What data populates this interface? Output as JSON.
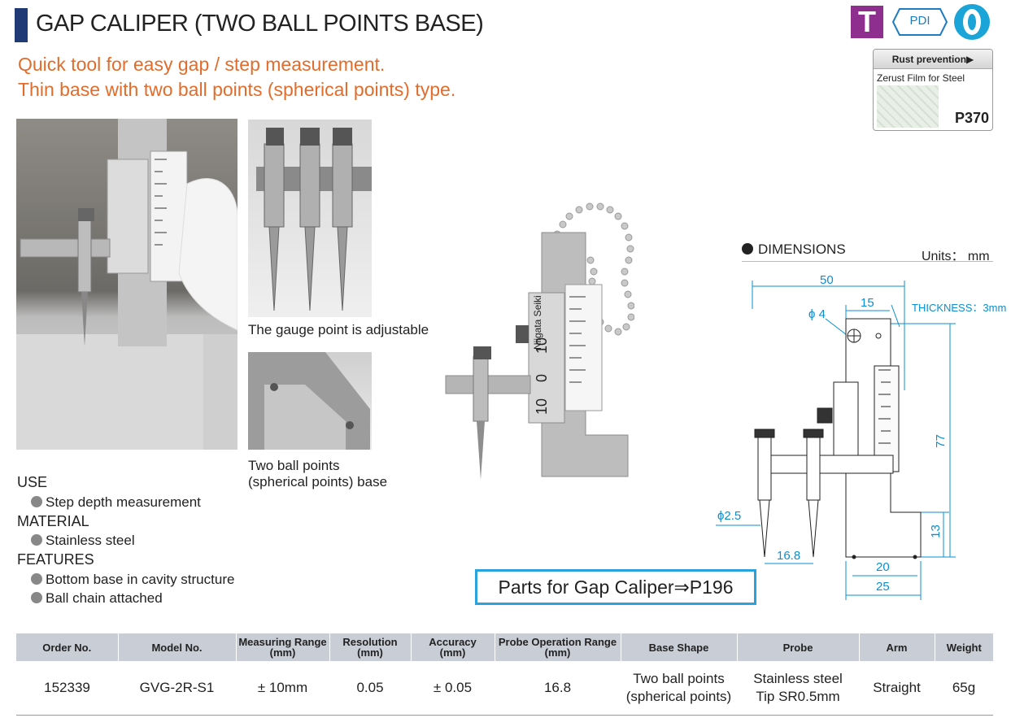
{
  "title": "GAP CALIPER (TWO BALL POINTS BASE)",
  "taglines": [
    "Quick tool for easy gap / step measurement.",
    "Thin base with two ball points (spherical points) type."
  ],
  "badges": {
    "t": "T",
    "pdi": "PDI"
  },
  "rust_box": {
    "header": "Rust prevention▶",
    "subtitle": "Zerust Film for Steel",
    "page": "P370"
  },
  "captions": {
    "adjustable": "The gauge point is adjustable",
    "ball_points": [
      "Two ball points",
      "(spherical points) base"
    ]
  },
  "specs": {
    "use": {
      "heading": "USE",
      "items": [
        "Step depth measurement"
      ]
    },
    "material": {
      "heading": "MATERIAL",
      "items": [
        "Stainless steel"
      ]
    },
    "features": {
      "heading": "FEATURES",
      "items": [
        "Bottom base in cavity structure",
        "Ball chain attached"
      ]
    }
  },
  "parts_link": "Parts for Gap Caliper⇒P196",
  "dimensions": {
    "title": "DIMENSIONS",
    "units": "Units： mm",
    "labels": {
      "width_total": "50",
      "width_top": "15",
      "thickness": "THICKNESS：3mm",
      "hole": "ϕ 4",
      "height_total": "77",
      "probe_dia": "ϕ2.5",
      "probe_range": "16.8",
      "base_height": "13",
      "base_inner": "20",
      "base_outer": "25"
    }
  },
  "product_photo": {
    "brand": "Niigata Seiki",
    "scale_numbers": [
      "10",
      "0",
      "10"
    ]
  },
  "colors": {
    "title_bar": "#1f3a75",
    "tagline": "#e26c2b",
    "dimension": "#0a8fd0",
    "parts_border": "#2aa3dd",
    "table_header": "#c9ced6"
  },
  "table": {
    "headers": [
      "Order No.",
      "Model No.",
      "Measuring Range\n(mm)",
      "Resolution\n(mm)",
      "Accuracy\n(mm)",
      "Probe Operation Range\n(mm)",
      "Base Shape",
      "Probe",
      "Arm",
      "Weight"
    ],
    "rows": [
      [
        "152339",
        "GVG-2R-S1",
        "± 10mm",
        "0.05",
        "± 0.05",
        "16.8",
        "Two ball points\n(spherical points)",
        "Stainless steel\nTip SR0.5mm",
        "Straight",
        "65g"
      ]
    ]
  }
}
